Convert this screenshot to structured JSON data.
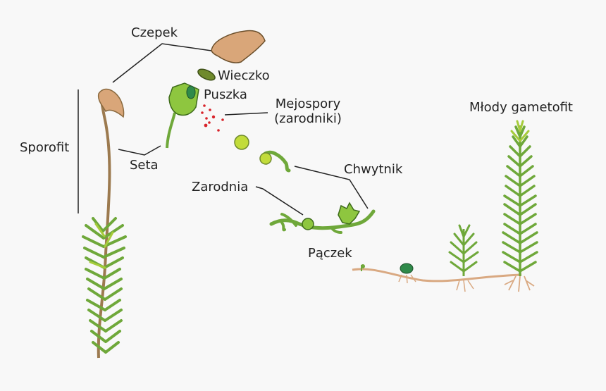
{
  "labels": {
    "czepek": "Czepek",
    "wieczko": "Wieczko",
    "puszka": "Puszka",
    "mejospory_line1": "Mejospory",
    "mejospory_line2": "(zarodniki)",
    "sporofit": "Sporofit",
    "seta": "Seta",
    "chwytnik": "Chwytnik",
    "zarodnia": "Zarodnia",
    "paczek": "Pączek",
    "mlody_gametofit": "Młody gametofit"
  },
  "colors": {
    "background": "#f8f8f8",
    "calyptra": "#d9a679",
    "leaf_green": "#6fa83a",
    "light_green": "#a6cc3a",
    "capsule_green": "#8ec63f",
    "stalk_brown": "#9c7a4f",
    "rhizoid": "#d9a982",
    "spores_red": "#d8232a",
    "leader_line": "#222222"
  }
}
